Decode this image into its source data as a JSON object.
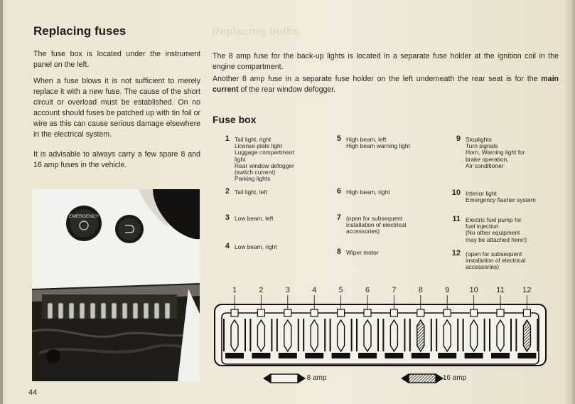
{
  "page": {
    "title": "Replacing fuses",
    "ghost_heading": "Replacing bulbs",
    "page_number": "44"
  },
  "left_column": {
    "paragraph_1": "The fuse box is located under the instrument panel on the left.",
    "paragraph_2": "When a fuse blows it is not sufficient to merely replace it with a new fuse. The cause of the short circuit or overload must be established. On no account should fuses be patched up with tin foil or wire as this can cause serious damage elsewhere in the electrical system.",
    "paragraph_3": "It is advisable to always carry a few spare 8 and 16 amp fuses in the vehicle."
  },
  "right_column": {
    "paragraph_1": "The 8 amp fuse for the back-up lights is located in a separate fuse holder at the ignition coil in the engine compartment.",
    "paragraph_2_start": "Another 8 amp fuse in a separate fuse holder on the left underneath the rear seat is for the",
    "paragraph_2_bold": "main current",
    "paragraph_2_end": "of the rear window defogger."
  },
  "fuse_box": {
    "heading": "Fuse box",
    "fuses": [
      {
        "num": "1",
        "lines": [
          "Tail light, right",
          "License plate light",
          "Luggage compartment",
          "light",
          "Rear window defogger",
          "(switch current)",
          "Parking lights"
        ]
      },
      {
        "num": "2",
        "lines": [
          "Tail light, left"
        ]
      },
      {
        "num": "3",
        "lines": [
          "Low beam, left"
        ]
      },
      {
        "num": "4",
        "lines": [
          "Low beam, right"
        ]
      },
      {
        "num": "5",
        "lines": [
          "High beam, left",
          "High beam warning light"
        ]
      },
      {
        "num": "6",
        "lines": [
          "High beam, right"
        ]
      },
      {
        "num": "7",
        "lines": [
          "(open for subsequent",
          "installation of electrical",
          "accessories)"
        ]
      },
      {
        "num": "8",
        "lines": [
          "Wiper motor"
        ]
      },
      {
        "num": "9",
        "lines": [
          "Stoplights",
          "Turn signals",
          "Horn, Warning light for",
          "brake operation,",
          "Air conditioner"
        ]
      },
      {
        "num": "10",
        "lines": [
          "Interior light",
          "Emergency flasher system"
        ]
      },
      {
        "num": "11",
        "lines": [
          "Electric fuel pump for",
          "fuel injection",
          "(No other equipment",
          "may be attached here!)"
        ]
      },
      {
        "num": "12",
        "lines": [
          "(open for subsequent",
          "installation of electrical",
          "accessories)"
        ]
      }
    ],
    "diagram_numbers": [
      "1",
      "2",
      "3",
      "4",
      "5",
      "6",
      "7",
      "8",
      "9",
      "10",
      "11",
      "12"
    ],
    "fuse_ratings": [
      "8",
      "8",
      "8",
      "8",
      "8",
      "8",
      "8",
      "16",
      "8",
      "8",
      "8",
      "16"
    ],
    "legend_8": "~ 8 amp",
    "legend_16": "~16 amp"
  },
  "photo": {
    "knob_label": "EMERGENCY"
  }
}
